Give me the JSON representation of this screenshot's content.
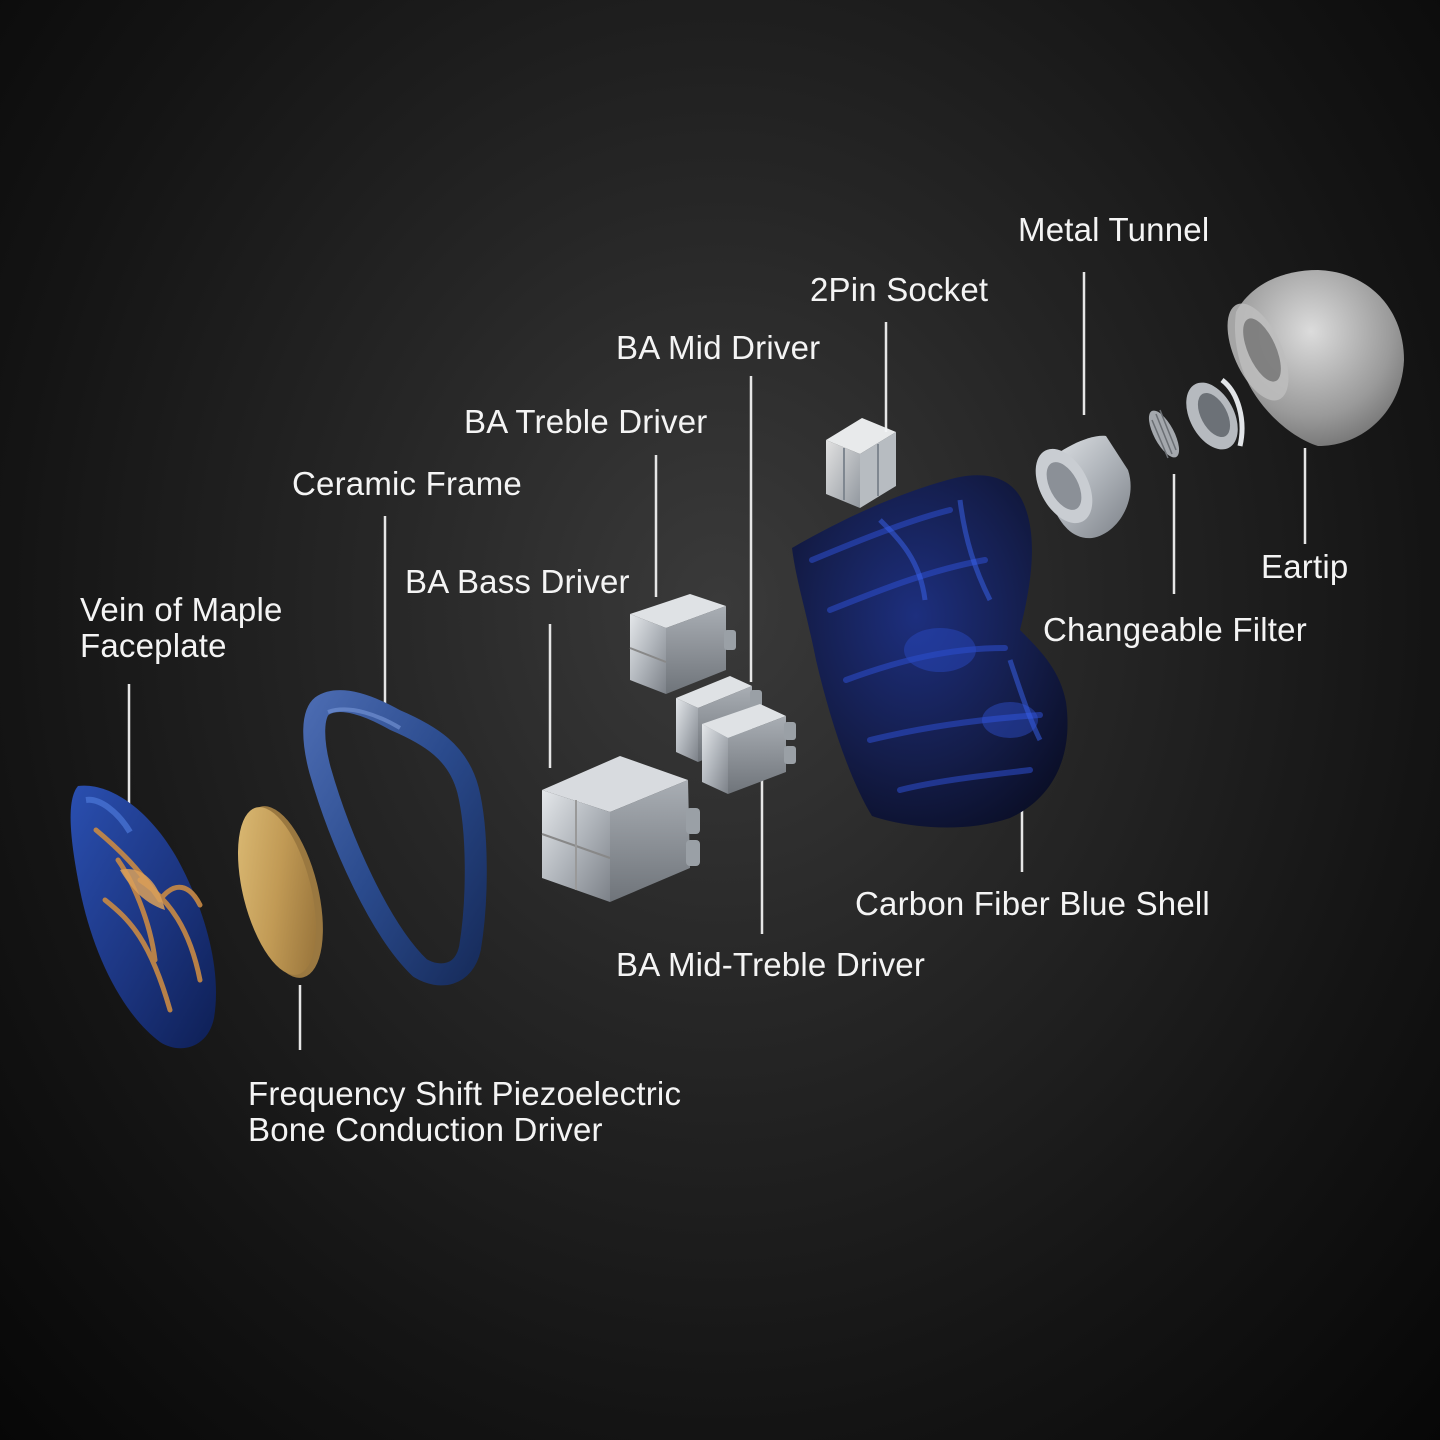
{
  "parts": {
    "vein_of_maple_faceplate": {
      "line1": "Vein of Maple",
      "line2": "Faceplate"
    },
    "piezo_driver": {
      "line1": "Frequency Shift Piezoelectric",
      "line2": "Bone Conduction Driver"
    },
    "ceramic_frame": "Ceramic Frame",
    "ba_bass_driver": "BA Bass Driver",
    "ba_treble_driver": "BA Treble Driver",
    "ba_mid_driver": "BA Mid Driver",
    "ba_mid_treble_driver": "BA Mid-Treble Driver",
    "two_pin_socket": "2Pin Socket",
    "carbon_fiber_shell": "Carbon Fiber Blue Shell",
    "metal_tunnel": "Metal Tunnel",
    "changeable_filter": "Changeable Filter",
    "eartip": "Eartip"
  },
  "colors": {
    "background": "#1b1b1b",
    "text": "#f4f4f4",
    "leader_line": "#e6e6e6",
    "shell_blue": "#1f3fa8",
    "frame_blue": "#2c4a86",
    "piezo_gold": "#c9a35a",
    "metal_silver": "#b8bcc2"
  }
}
